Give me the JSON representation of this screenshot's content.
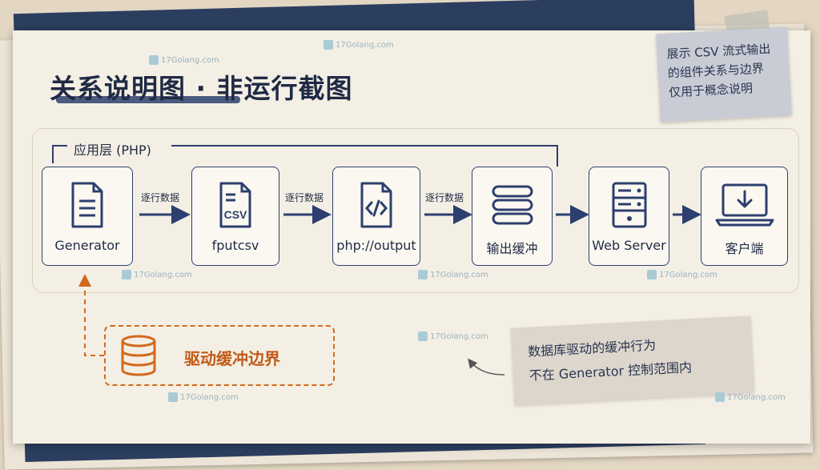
{
  "title": "关系说明图 · 非运行截图",
  "sticky_note": {
    "line1": "展示 CSV 流式输出",
    "line2": "的组件关系与边界",
    "line3": "仅用于概念说明"
  },
  "app_layer_label": "应用层 (PHP)",
  "nodes": [
    {
      "label": "Generator",
      "icon": "document-icon"
    },
    {
      "label": "fputcsv",
      "icon": "csv-file-icon"
    },
    {
      "label": "php://output",
      "icon": "code-file-icon"
    },
    {
      "label": "输出缓冲",
      "icon": "buffer-stack-icon"
    },
    {
      "label": "Web Server",
      "icon": "server-icon"
    },
    {
      "label": "客户端",
      "icon": "laptop-download-icon"
    }
  ],
  "edge_labels": [
    "逐行数据",
    "逐行数据",
    "逐行数据"
  ],
  "boundary_label": "驱动缓冲边界",
  "note": {
    "line1": "数据库驱动的缓冲行为",
    "line2": "不在 Generator 控制范围内"
  },
  "watermark": "17Golang.com",
  "colors": {
    "navy": "#2c3f6e",
    "orange": "#d2691e",
    "paper": "#f4efe4"
  }
}
